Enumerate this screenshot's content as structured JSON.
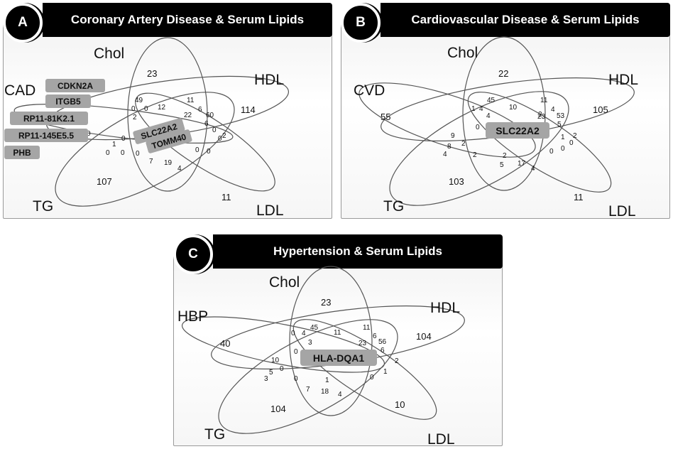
{
  "panels": [
    {
      "letter": "A",
      "title": "Coronary Artery Disease & Serum Lipids",
      "sets": {
        "disease": "CAD",
        "chol": "Chol",
        "hdl": "HDL",
        "tg": "TG",
        "ldl": "LDL"
      },
      "counts": {
        "chol": "23",
        "hdl": "114",
        "tg": "107",
        "ldl": "11",
        "disease": "",
        "c1": "49",
        "c2": "12",
        "c3": "11",
        "c4": "0",
        "c5": "0",
        "c6": "2",
        "c7": "22",
        "c8": "6",
        "c9": "60",
        "c10": "6",
        "c11": "0",
        "c12": "2",
        "c13": "0",
        "c14": "0",
        "c15": "1",
        "c16": "0",
        "c17": "0",
        "c18": "0",
        "c19": "0",
        "c20": "7",
        "c21": "19",
        "c22": "4",
        "c23": "0",
        "c24": "0"
      },
      "genes_outside": [
        "CDKN2A",
        "ITGB5",
        "RP11-81K2.1",
        "RP11-145E5.5",
        "PHB"
      ],
      "genes_center": [
        "SLC22A2",
        "TOMM40"
      ]
    },
    {
      "letter": "B",
      "title": "Cardiovascular Disease & Serum Lipids",
      "sets": {
        "disease": "CVD",
        "chol": "Chol",
        "hdl": "HDL",
        "tg": "TG",
        "ldl": "LDL"
      },
      "counts": {
        "chol": "22",
        "hdl": "105",
        "tg": "103",
        "ldl": "11",
        "disease": "55",
        "c1": "45",
        "c2": "10",
        "c3": "11",
        "c4": "1",
        "c5": "4",
        "c6": "4",
        "c7": "23",
        "c8": "4",
        "c9": "53",
        "c10": "5",
        "c11": "9",
        "c12": "0",
        "c13": "1",
        "c14": "2",
        "c15": "8",
        "c16": "4",
        "c17": "2",
        "c18": "2",
        "c19": "2",
        "c20": "5",
        "c21": "17",
        "c22": "4",
        "c23": "0",
        "c24": "0",
        "c25": "0",
        "c26": "2"
      },
      "genes_center": [
        "SLC22A2"
      ]
    },
    {
      "letter": "C",
      "title": "Hypertension & Serum Lipids",
      "sets": {
        "disease": "HBP",
        "chol": "Chol",
        "hdl": "HDL",
        "tg": "TG",
        "ldl": "LDL"
      },
      "counts": {
        "chol": "23",
        "hdl": "104",
        "tg": "104",
        "ldl": "10",
        "disease": "40",
        "c1": "45",
        "c2": "11",
        "c3": "11",
        "c4": "0",
        "c5": "4",
        "c6": "3",
        "c7": "23",
        "c8": "6",
        "c9": "56",
        "c10": "6",
        "c11": "10",
        "c12": "0",
        "c13": "5",
        "c14": "3",
        "c15": "0",
        "c16": "0",
        "c17": "1",
        "c18": "7",
        "c19": "18",
        "c20": "4",
        "c21": "0",
        "c22": "1",
        "c23": "2"
      },
      "genes_center": [
        "HLA-DQA1"
      ]
    }
  ]
}
